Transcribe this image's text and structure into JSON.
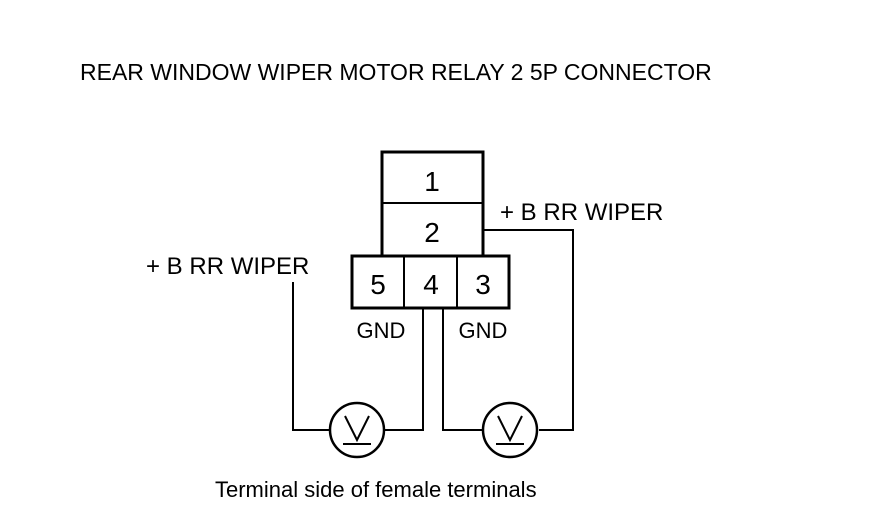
{
  "title": "REAR WINDOW WIPER MOTOR RELAY 2 5P CONNECTOR",
  "connector": {
    "pins": {
      "p1": "1",
      "p2": "2",
      "p3": "3",
      "p4": "4",
      "p5": "5"
    }
  },
  "labels": {
    "right_wire": "+ B RR WIPER",
    "left_wire": "+ B RR WIPER",
    "gnd_left": "GND",
    "gnd_right": "GND"
  },
  "meters": {
    "left_symbol": "V",
    "right_symbol": "V"
  },
  "caption": "Terminal side of female terminals"
}
